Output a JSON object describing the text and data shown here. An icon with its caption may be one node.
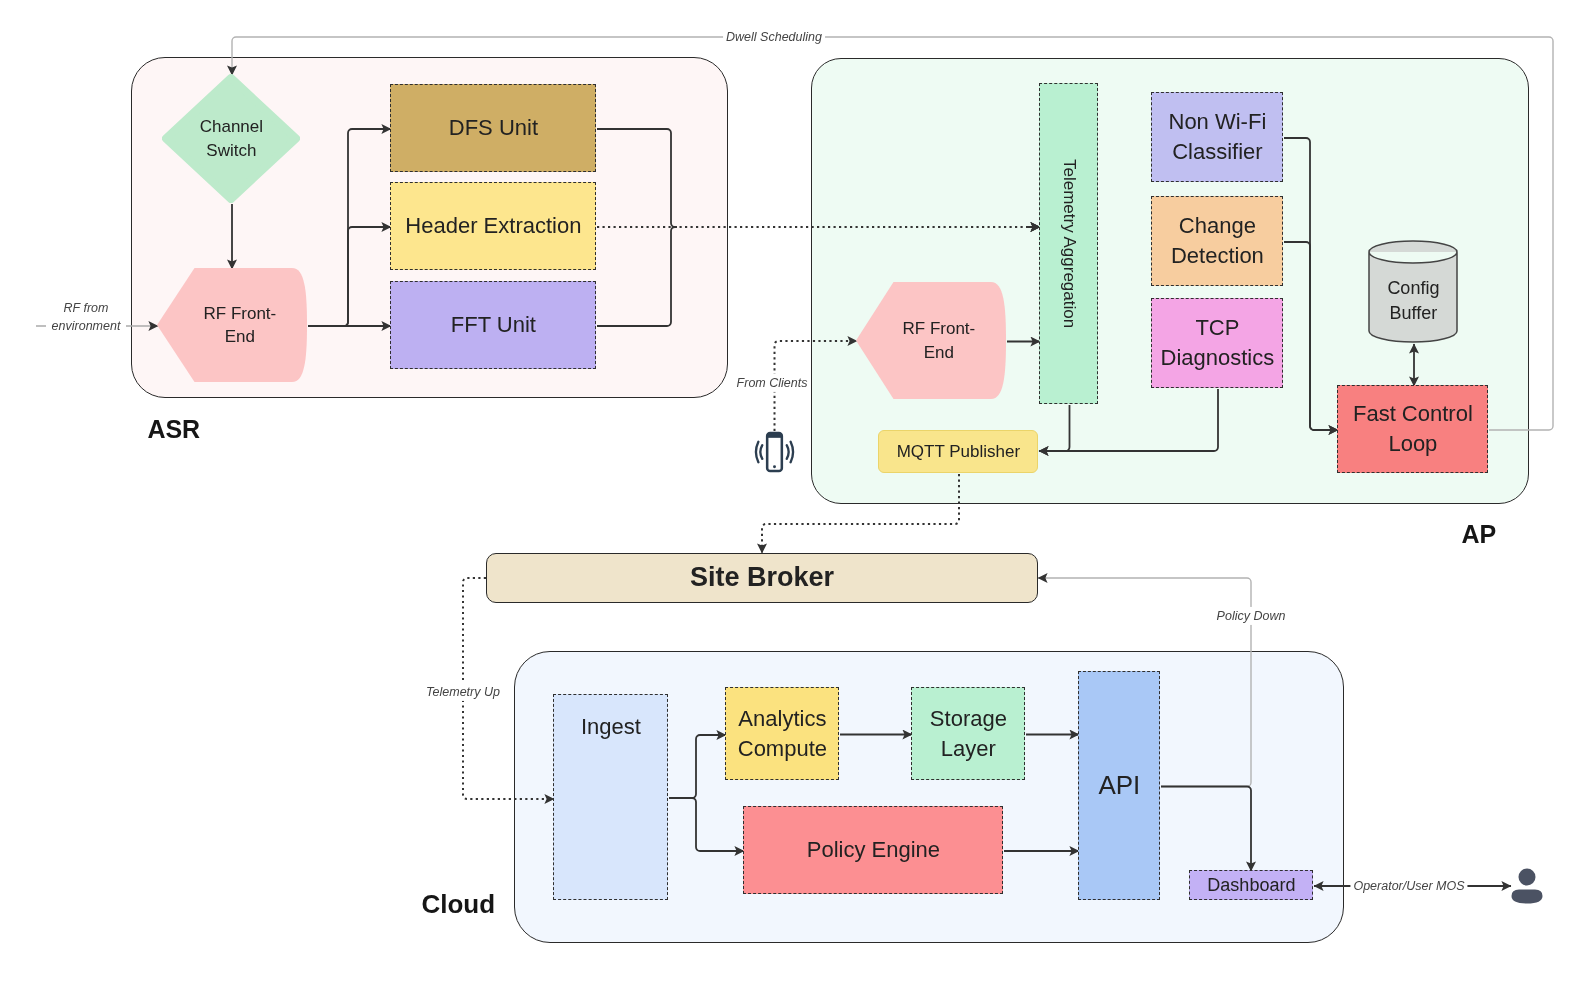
{
  "diagram": {
    "nodes": [
      {
        "text": [
          "ASR"
        ]
      },
      {
        "text": [
          "Channel Switch"
        ],
        "in": 0
      },
      {
        "text": [
          "RF Front-End"
        ],
        "in": 0
      },
      {
        "text": [
          "DFS Unit"
        ],
        "in": 0
      },
      {
        "text": [
          "Header Extraction"
        ],
        "in": 0
      },
      {
        "text": [
          "FFT Unit"
        ],
        "in": 0
      },
      {
        "text": [
          "AP"
        ]
      },
      {
        "text": [
          "Telemetry Aggregation"
        ],
        "in": 6
      },
      {
        "text": [
          "Non Wi-Fi Classifier"
        ],
        "in": 6
      },
      {
        "text": [
          "Change Detection"
        ],
        "in": 6
      },
      {
        "text": [
          "Config Buffer"
        ],
        "in": 6
      },
      {
        "text": [
          "RF Front-End"
        ],
        "in": 6
      },
      {
        "text": [
          "TCP Diagnostics"
        ],
        "in": 6
      },
      {
        "text": [
          "Fast Control Loop"
        ],
        "in": 6
      },
      {
        "text": [
          "MQTT Publisher"
        ],
        "in": 6
      },
      {
        "text": [],
        "shape": "phone"
      },
      {
        "text": [
          "Site Broker"
        ]
      },
      {
        "text": [
          "Cloud"
        ]
      },
      {
        "text": [
          "Ingest"
        ],
        "in": 17
      },
      {
        "text": [
          "Analytics Compute"
        ],
        "in": 17
      },
      {
        "text": [
          "Storage Layer"
        ],
        "in": 17
      },
      {
        "text": [
          "API"
        ],
        "in": 17
      },
      {
        "text": [
          "Policy Engine"
        ],
        "in": 17
      },
      {
        "text": [
          "Dashboard"
        ],
        "in": 17
      },
      {
        "text": [],
        "shape": "person"
      }
    ],
    "edges": [
      {
        "from": 1,
        "to": 2,
        "arrow": "to"
      },
      {
        "from": null,
        "to": 2,
        "arrow": "to",
        "label": "RF from environment",
        "color": "#aaaaaa"
      },
      {
        "from": 2,
        "to": 3,
        "arrow": "to"
      },
      {
        "from": 2,
        "to": 4,
        "arrow": "to"
      },
      {
        "from": 2,
        "to": 5,
        "arrow": "to"
      },
      {
        "from": 3,
        "to": 7,
        "arrow": "to"
      },
      {
        "from": 4,
        "to": 7,
        "arrow": "to",
        "style": "dashed"
      },
      {
        "from": 5,
        "to": 7,
        "arrow": "to"
      },
      {
        "from": 13,
        "to": 1,
        "arrow": "to",
        "label": "Dwell Scheduling",
        "color": "#b3b3b3"
      },
      {
        "from": 15,
        "to": 11,
        "arrow": "to",
        "label": "From Clients",
        "style": "dashed"
      },
      {
        "from": 11,
        "to": 7,
        "arrow": "to"
      },
      {
        "from": 8,
        "to": 13,
        "arrow": "to"
      },
      {
        "from": 9,
        "to": 13,
        "arrow": "to"
      },
      {
        "from": 10,
        "to": 13,
        "arrow": "both"
      },
      {
        "from": 7,
        "to": 14,
        "arrow": "to"
      },
      {
        "from": 12,
        "to": 14,
        "arrow": "to"
      },
      {
        "from": 14,
        "to": 16,
        "arrow": "to",
        "style": "dashed"
      },
      {
        "from": 16,
        "to": 18,
        "arrow": "to",
        "label": "Telemetry Up",
        "style": "dashed"
      },
      {
        "from": 21,
        "to": 16,
        "arrow": "to",
        "label": "Policy Down",
        "color": "#b3b3b3"
      },
      {
        "from": 18,
        "to": 19,
        "arrow": "to"
      },
      {
        "from": 18,
        "to": 22,
        "arrow": "to"
      },
      {
        "from": 19,
        "to": 20,
        "arrow": "to"
      },
      {
        "from": 20,
        "to": 21,
        "arrow": "to"
      },
      {
        "from": 22,
        "to": 21,
        "arrow": "to"
      },
      {
        "from": 21,
        "to": 23,
        "arrow": "to"
      },
      {
        "from": 23,
        "to": 24,
        "arrow": "both",
        "label": "Operator/User MOS"
      }
    ]
  }
}
